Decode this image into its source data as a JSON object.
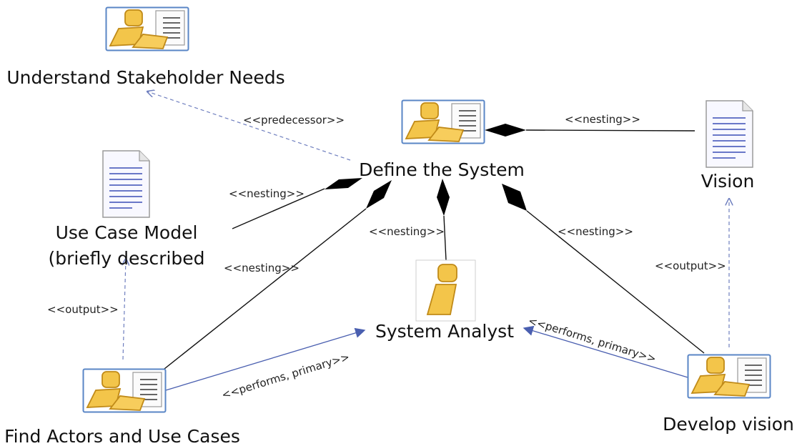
{
  "nodes": {
    "understand": {
      "label": "Understand Stakeholder Needs",
      "icon": "task-icon"
    },
    "define": {
      "label": "Define the System",
      "icon": "task-icon"
    },
    "vision": {
      "label": "Vision",
      "icon": "document-icon"
    },
    "ucm": {
      "label_line1": "Use Case Model",
      "label_line2": "(briefly described",
      "icon": "document-icon"
    },
    "analyst": {
      "label": "System Analyst",
      "icon": "role-icon"
    },
    "find": {
      "label": "Find Actors and Use Cases",
      "icon": "task-icon"
    },
    "develop": {
      "label": "Develop vision",
      "icon": "task-icon"
    }
  },
  "edges": {
    "predecessor": "<<predecessor>>",
    "nesting_vision": "<<nesting>>",
    "nesting_ucm": "<<nesting>>",
    "nesting_analyst": "<<nesting>>",
    "nesting_find": "<<nesting>>",
    "nesting_develop": "<<nesting>>",
    "output_ucm": "<<output>>",
    "output_vision": "<<output>>",
    "performs_find": "<<performs, primary>>",
    "performs_develop": "<<performs, primary>>"
  },
  "colors": {
    "performs_line": "#4a5fb0",
    "dashed_line": "#6f7fbf",
    "solid_line": "#111111",
    "icon_yellow": "#f3c54a",
    "icon_outline": "#c08a18",
    "icon_border": "#5a86c6"
  }
}
